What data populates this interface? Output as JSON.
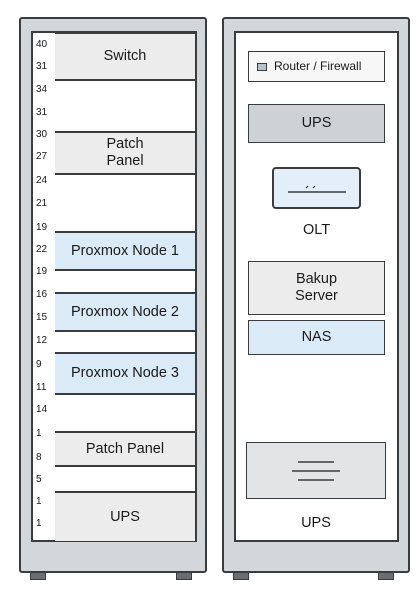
{
  "left_rack": {
    "unit_numbers": [
      "40",
      "31",
      "34",
      "31",
      "30",
      "27",
      "24",
      "21",
      "19",
      "22",
      "19",
      "16",
      "15",
      "12",
      "9",
      "11",
      "14",
      "1",
      "8",
      "5",
      "1",
      "1"
    ],
    "slots": [
      {
        "label": "Switch",
        "kind": "gray"
      },
      {
        "label": "",
        "kind": "empty"
      },
      {
        "label": "Patch\nPanel",
        "kind": "gray"
      },
      {
        "label": "",
        "kind": "empty"
      },
      {
        "label": "Proxmox Node 1",
        "kind": "blue"
      },
      {
        "label": "",
        "kind": "empty"
      },
      {
        "label": "Proxmox Node 2",
        "kind": "blue"
      },
      {
        "label": "",
        "kind": "empty"
      },
      {
        "label": "Proxmox Node 3",
        "kind": "blue"
      },
      {
        "label": "",
        "kind": "empty"
      },
      {
        "label": "Patch Panel",
        "kind": "gray"
      },
      {
        "label": "",
        "kind": "empty"
      },
      {
        "label": "UPS",
        "kind": "gray"
      }
    ]
  },
  "right_rack": {
    "router": "Router / Firewall",
    "ups_top": "UPS",
    "olt": "OLT",
    "backup": "Bakup\nServer",
    "nas": "NAS",
    "ups_bottom": "UPS"
  },
  "colors": {
    "frame": "#d4d7da",
    "outline": "#3a3d40",
    "blue": "#dbeaf7",
    "gray": "#ececec"
  }
}
